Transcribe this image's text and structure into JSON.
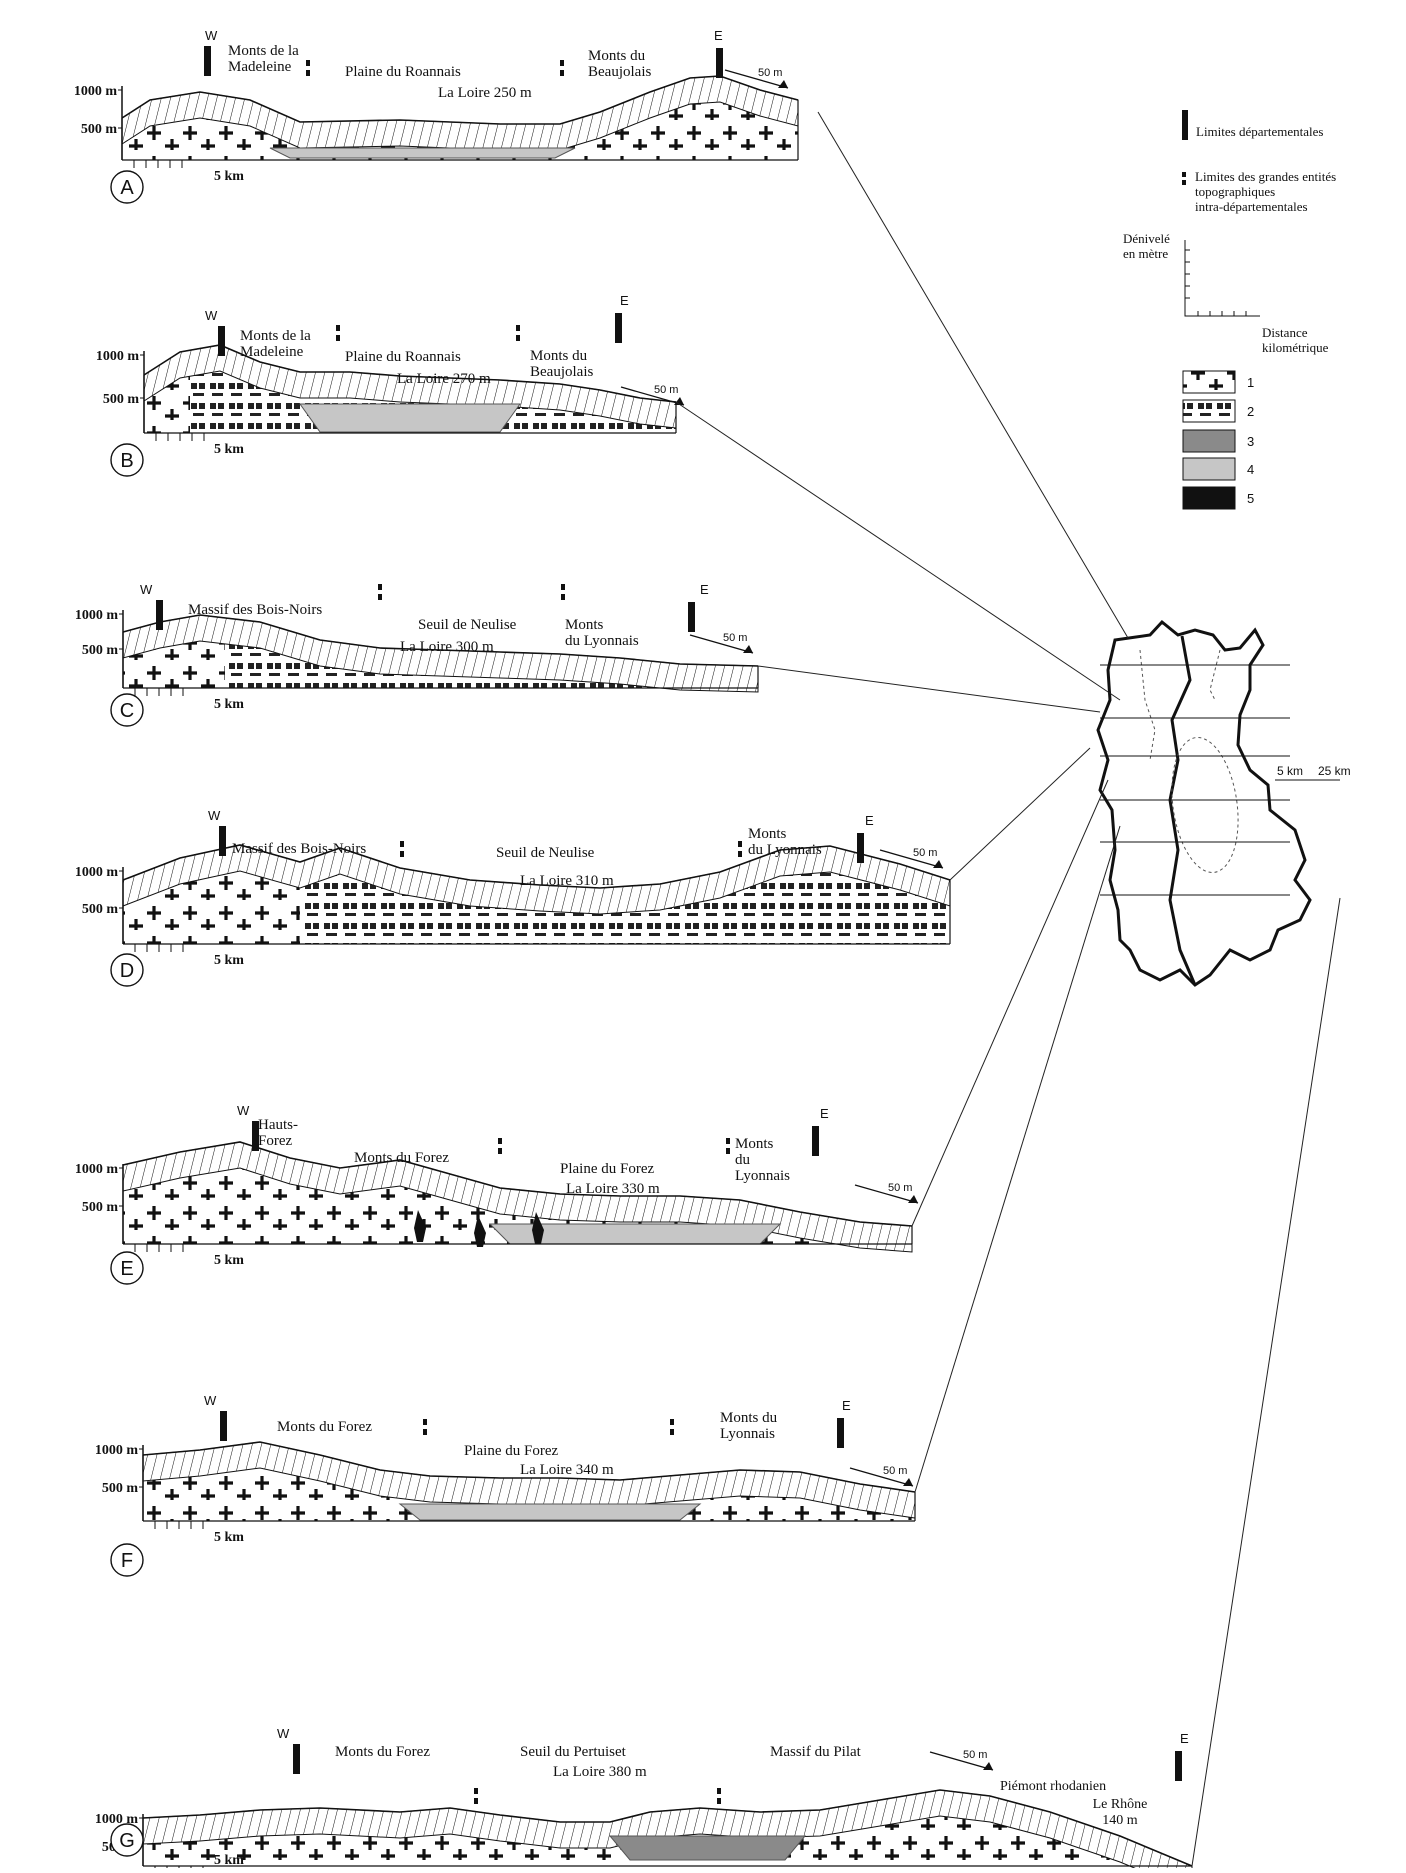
{
  "profiles": [
    {
      "id": "A",
      "letter": "A",
      "scale": "5 km",
      "slope": "50 m",
      "y1000": "1000 m",
      "y500": "500 m",
      "w": "W",
      "e": "E",
      "left_name": [
        "Monts de la",
        "Madeleine"
      ],
      "center_name": "Plaine du Roannais",
      "river": "La Loire  250 m",
      "right_name": [
        "Monts du",
        "Beaujolais"
      ]
    },
    {
      "id": "B",
      "letter": "B",
      "scale": "5 km",
      "slope": "50 m",
      "y1000": "1000 m",
      "y500": "500 m",
      "w": "W",
      "e": "E",
      "left_name": [
        "Monts de la",
        "Madeleine"
      ],
      "center_name": "Plaine du Roannais",
      "river": "La Loire 270 m",
      "right_name": [
        "Monts du",
        "Beaujolais"
      ]
    },
    {
      "id": "C",
      "letter": "C",
      "scale": "5 km",
      "slope": "50 m",
      "y1000": "1000 m",
      "y500": "500 m",
      "w": "W",
      "e": "E",
      "left_name": [
        "Massif des Bois-Noirs"
      ],
      "center_name": "Seuil de Neulise",
      "river": "La Loire 300 m",
      "right_name": [
        "Monts",
        "du Lyonnais"
      ]
    },
    {
      "id": "D",
      "letter": "D",
      "scale": "5 km",
      "slope": "50 m",
      "y1000": "1000 m",
      "y500": "500 m",
      "w": "W",
      "e": "E",
      "left_name": [
        "Massif des Bois-Noirs"
      ],
      "center_name": "Seuil de Neulise",
      "river": "La Loire   310 m",
      "right_name": [
        "Monts",
        "du Lyonnais"
      ]
    },
    {
      "id": "E",
      "letter": "E",
      "scale": "5 km",
      "slope": "50 m",
      "y1000": "1000 m",
      "y500": "500 m",
      "w": "W",
      "e": "E",
      "left_name": [
        "Hauts-",
        "Forez"
      ],
      "mid_name": "Monts du Forez",
      "center_name": "Plaine du Forez",
      "river": "La Loire 330 m",
      "right_name": [
        "Monts",
        "du",
        "Lyonnais"
      ]
    },
    {
      "id": "F",
      "letter": "F",
      "scale": "5 km",
      "slope": "50 m",
      "y1000": "1000 m",
      "y500": "500 m",
      "w": "W",
      "e": "E",
      "left_name": [
        "Monts du Forez"
      ],
      "center_name": "Plaine du Forez",
      "river": "La Loire   340 m",
      "right_name": [
        "Monts du",
        "Lyonnais"
      ]
    },
    {
      "id": "G",
      "letter": "G",
      "scale": "5 km",
      "slope": "50 m",
      "y1000": "1000 m",
      "y500": "500 m",
      "w": "W",
      "e": "E",
      "left_name": [
        "Monts du Forez"
      ],
      "center_name": "Seuil du Pertuiset",
      "river": "La Loire 380 m",
      "right_name": [
        "Massif du Pilat"
      ],
      "far_name": "Piémont rhodanien",
      "far_river": [
        "Le Rhône",
        "140 m"
      ]
    }
  ],
  "legend": {
    "dept_limit": "Limites départementales",
    "topo_limit": [
      "Limites des grandes entités",
      "topographiques",
      "intra-départementales"
    ],
    "denivele": [
      "Dénivelé",
      "en mètre"
    ],
    "distance": [
      "Distance",
      "kilométrique"
    ],
    "classes": [
      "1",
      "2",
      "3",
      "4",
      "5"
    ]
  },
  "map_scale": {
    "a": "5 km",
    "b": "25 km"
  },
  "colors": {
    "alluvium": "#c6c6c6",
    "dark_basin": "#8a8a8a",
    "black": "#111111"
  }
}
